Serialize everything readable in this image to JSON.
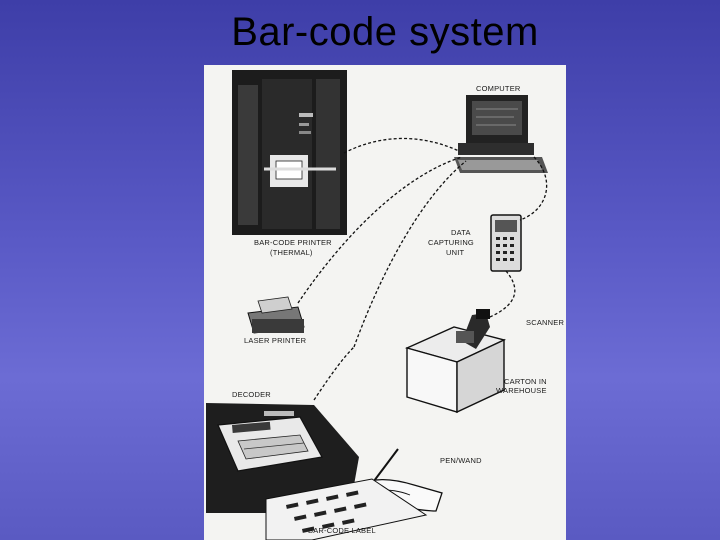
{
  "slide": {
    "title": "Bar-code system",
    "background": "#5a5ac6"
  },
  "figure": {
    "labels": {
      "computer": "COMPUTER",
      "barcode_printer_1": "BAR-CODE PRINTER",
      "barcode_printer_2": "(THERMAL)",
      "data_capturing_1": "DATA",
      "data_capturing_2": "CAPTURING",
      "data_capturing_3": "UNIT",
      "scanner": "SCANNER",
      "laser_printer": "LASER PRINTER",
      "carton_1": "CARTON IN",
      "carton_2": "WAREHOUSE",
      "decoder": "DECODER",
      "pen_wand": "PEN/WAND",
      "barcode_label": "BAR-CODE LABEL"
    }
  }
}
